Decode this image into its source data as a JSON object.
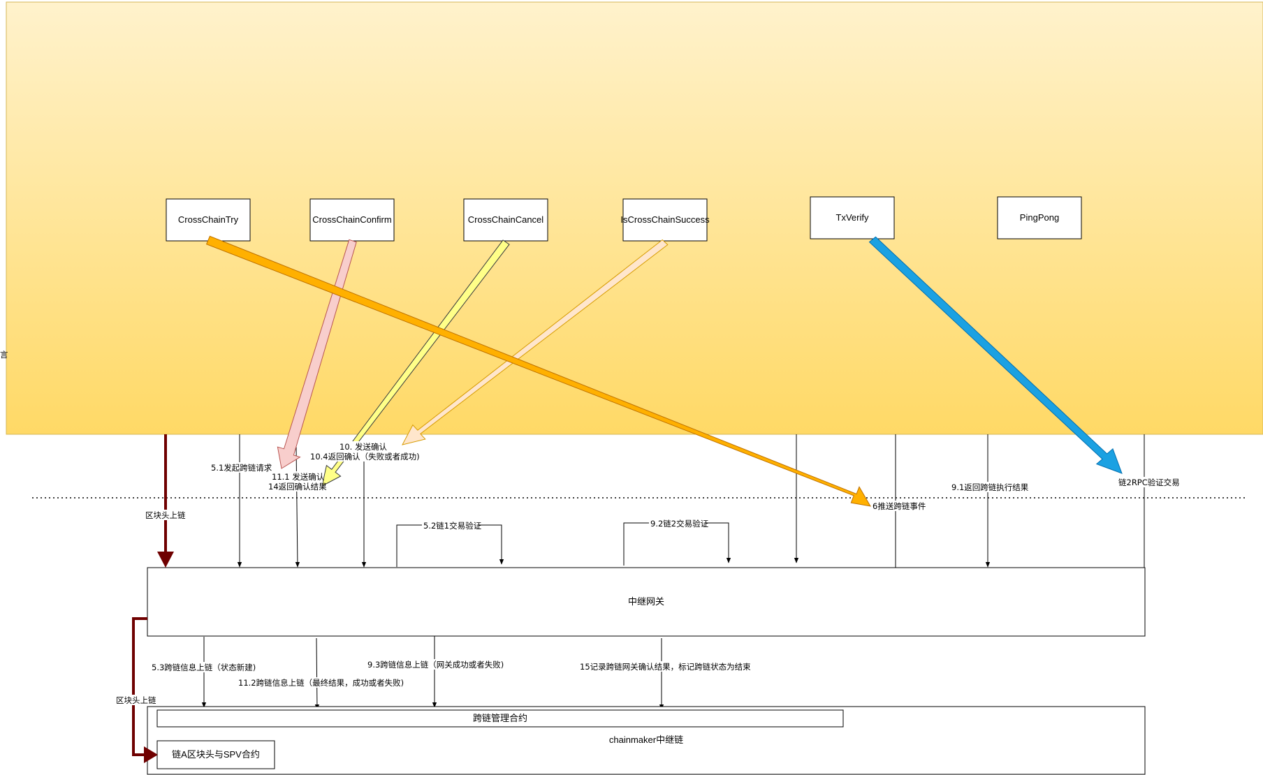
{
  "methods": {
    "cross_chain_try": "CrossChainTry",
    "cross_chain_confirm": "CrossChainConfirm",
    "cross_chain_cancel": "CrossChainCancel",
    "is_cross_chain_success": "IsCrossChainSuccess",
    "tx_verify": "TxVerify",
    "ping_pong": "PingPong"
  },
  "side_fragment": "言",
  "components": {
    "relay_gateway": "中继网关",
    "cross_chain_contract": "跨链管理合约",
    "relay_chain": "chainmaker中继链",
    "spv_contract": "链A区块头与SPV合约"
  },
  "labels": {
    "l_5_1": "5.1发起跨链请求",
    "l_block_header_1": "区块头上链",
    "l_10_send_confirm": "10.  发送确认",
    "l_10_4": "10.4返回确认（失败或者成功)",
    "l_11_1": "11.1 发送确认",
    "l_14": "14返回确认结果",
    "l_6": "6推送跨链事件",
    "l_9_1": "9.1返回跨链执行结果",
    "l_rpc": "链2RPC验证交易",
    "l_5_2": "5.2链1交易验证",
    "l_9_2": "9.2链2交易验证",
    "l_5_3": "5.3跨链信息上链（状态新建)",
    "l_11_2": "11.2跨链信息上链（最终结果，成功或者失败)",
    "l_9_3": "9.3跨链信息上链（网关成功或者失败)",
    "l_15": "15记录跨链网关确认结果，标记跨链状态为结束",
    "l_block_header_2": "区块头上链"
  },
  "colors": {
    "panel_top": "#fff2cc",
    "panel_bottom": "#ffd966",
    "orange_arrow": "#ffb000",
    "pink_arrow": "#f8cecc",
    "yellow_arrow": "#ffff88",
    "peach_arrow": "#ffe6cc",
    "blue_arrow": "#1ba1e2",
    "dark_red": "#6f0000"
  }
}
